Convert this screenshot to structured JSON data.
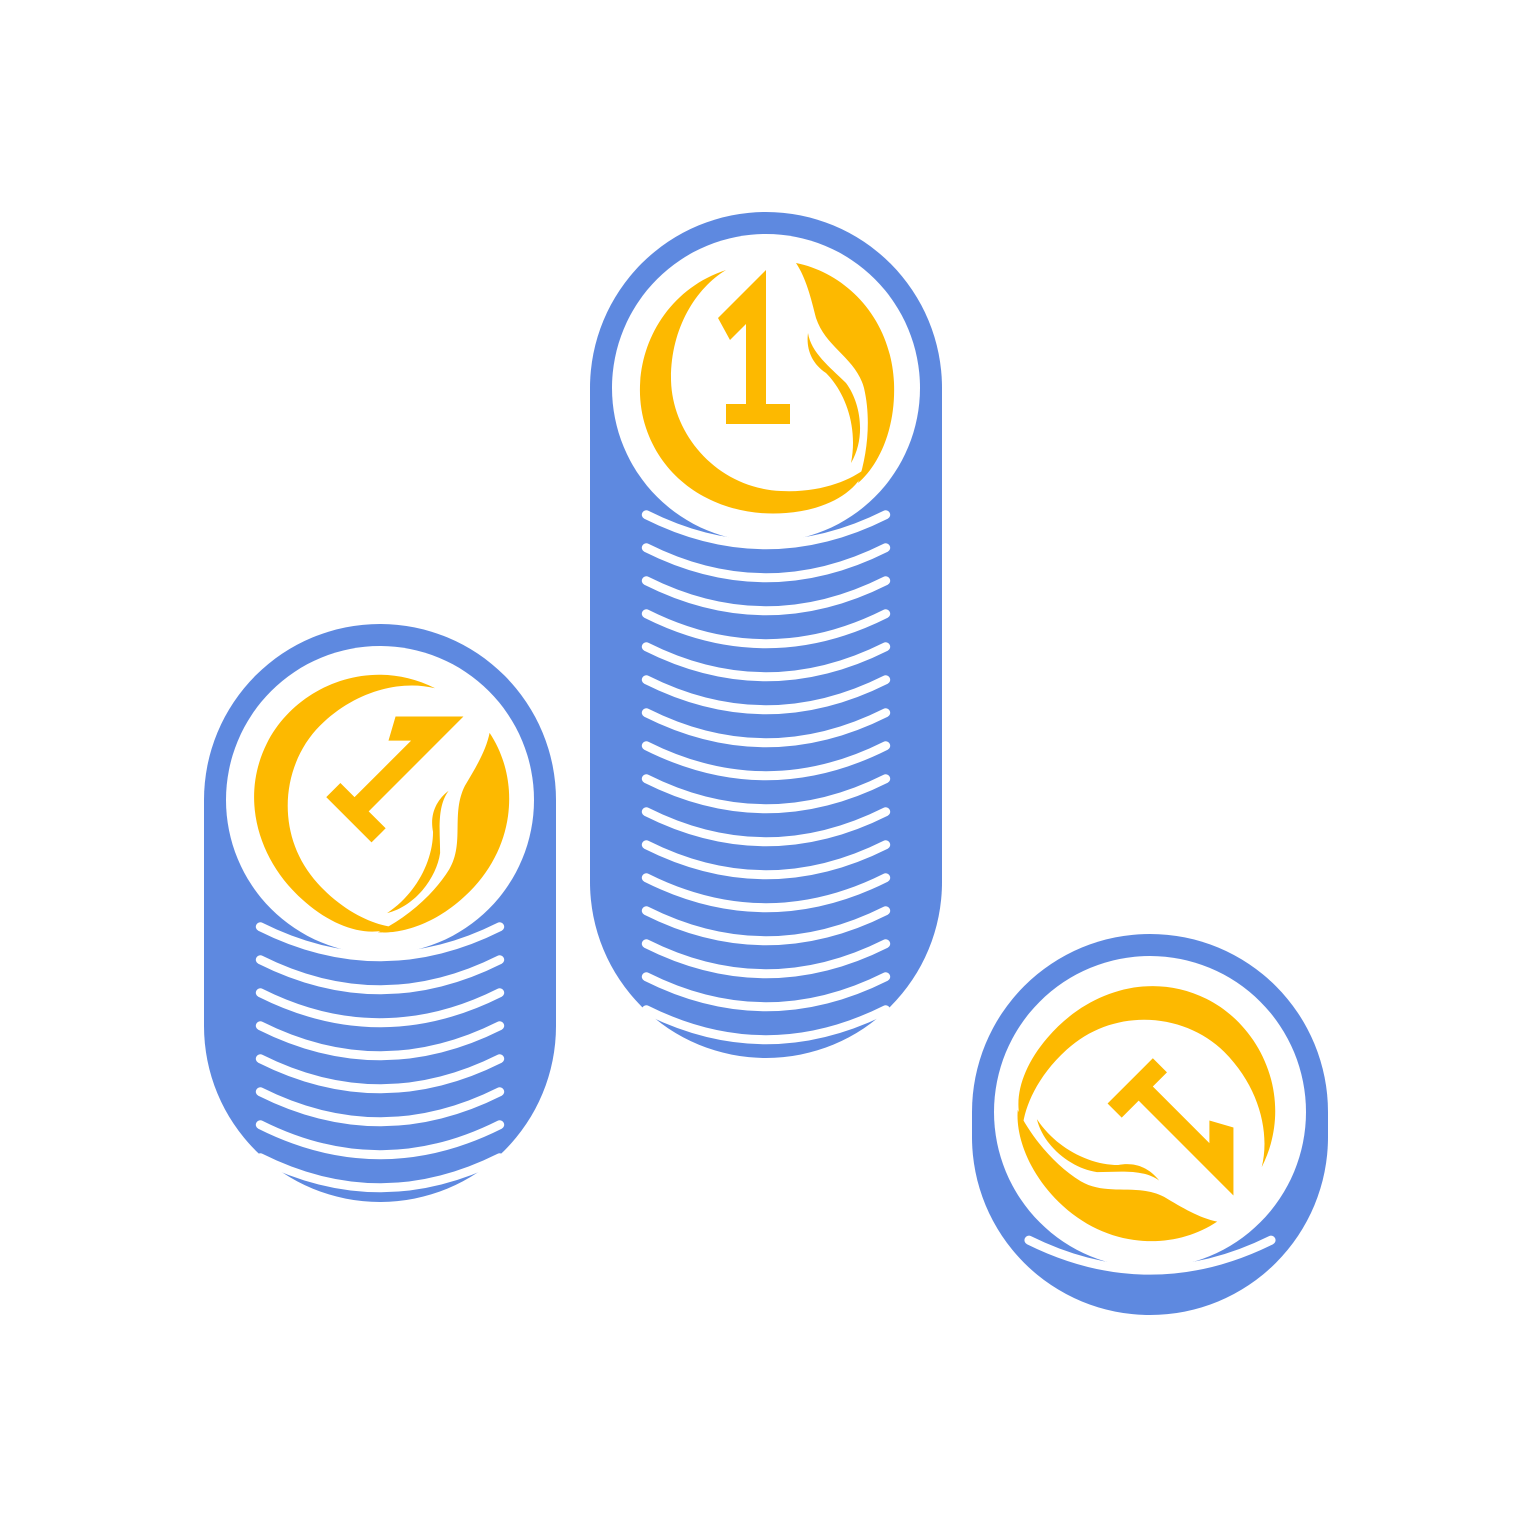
{
  "illustration": {
    "subject": "coin-stacks-icon",
    "colors": {
      "background": "#ffffff",
      "coin_blue": "#5e89e0",
      "gap_white": "#ffffff",
      "emblem_gold": "#fdb900"
    },
    "coins": [
      {
        "id": "left-stack",
        "numeral": "1",
        "stacked_coins": 8,
        "emblem_rotation_deg": 45
      },
      {
        "id": "center-stack",
        "numeral": "1",
        "stacked_coins": 16,
        "emblem_rotation_deg": 0
      },
      {
        "id": "right-single",
        "numeral": "1",
        "stacked_coins": 2,
        "emblem_rotation_deg": 135
      }
    ]
  }
}
